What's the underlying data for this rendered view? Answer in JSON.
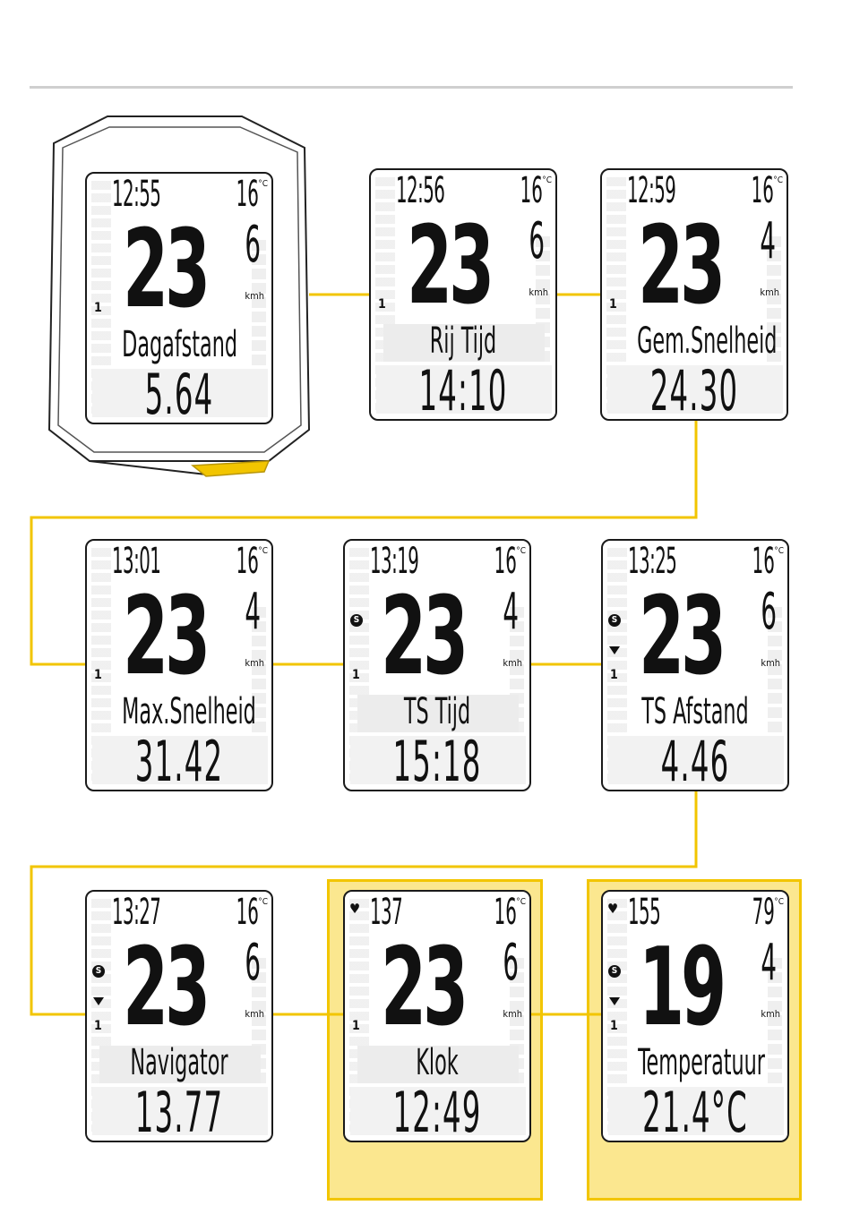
{
  "screens": [
    {
      "time": "12:55",
      "temp": "16",
      "speed": "23",
      "dec": "6",
      "label": "Dagafstand",
      "value": "5.64",
      "label_bg": false,
      "stopwatch": false,
      "arrow": false,
      "heart": false
    },
    {
      "time": "12:56",
      "temp": "16",
      "speed": "23",
      "dec": "6",
      "label": "Rij Tijd",
      "value": "14:10",
      "label_bg": true,
      "stopwatch": false,
      "arrow": false,
      "heart": false
    },
    {
      "time": "12:59",
      "temp": "16",
      "speed": "23",
      "dec": "4",
      "label": "Gem.Snelheid",
      "value": "24.30",
      "label_bg": false,
      "stopwatch": false,
      "arrow": false,
      "heart": false
    },
    {
      "time": "13:01",
      "temp": "16",
      "speed": "23",
      "dec": "4",
      "label": "Max.Snelheid",
      "value": "31.42",
      "label_bg": false,
      "stopwatch": false,
      "arrow": false,
      "heart": false
    },
    {
      "time": "13:19",
      "temp": "16",
      "speed": "23",
      "dec": "4",
      "label": "TS Tijd",
      "value": "15:18",
      "label_bg": true,
      "stopwatch": true,
      "arrow": false,
      "heart": false
    },
    {
      "time": "13:25",
      "temp": "16",
      "speed": "23",
      "dec": "6",
      "label": "TS Afstand",
      "value": "4.46",
      "label_bg": false,
      "stopwatch": true,
      "arrow": true,
      "heart": false
    },
    {
      "time": "13:27",
      "temp": "16",
      "speed": "23",
      "dec": "6",
      "label": "Navigator",
      "value": "13.77",
      "label_bg": true,
      "stopwatch": true,
      "arrow": true,
      "heart": false
    },
    {
      "time": "137",
      "temp": "16",
      "speed": "23",
      "dec": "6",
      "label": "Klok",
      "value": "12:49",
      "label_bg": true,
      "stopwatch": false,
      "arrow": false,
      "heart": true
    },
    {
      "time": "155",
      "temp": "79",
      "speed": "19",
      "dec": "4",
      "label": "Temperatuur",
      "value": "21.4°C",
      "label_bg": false,
      "stopwatch": true,
      "arrow": true,
      "heart": true
    }
  ],
  "units": {
    "speed": "kmh",
    "temp": "°C",
    "trip": "1"
  }
}
